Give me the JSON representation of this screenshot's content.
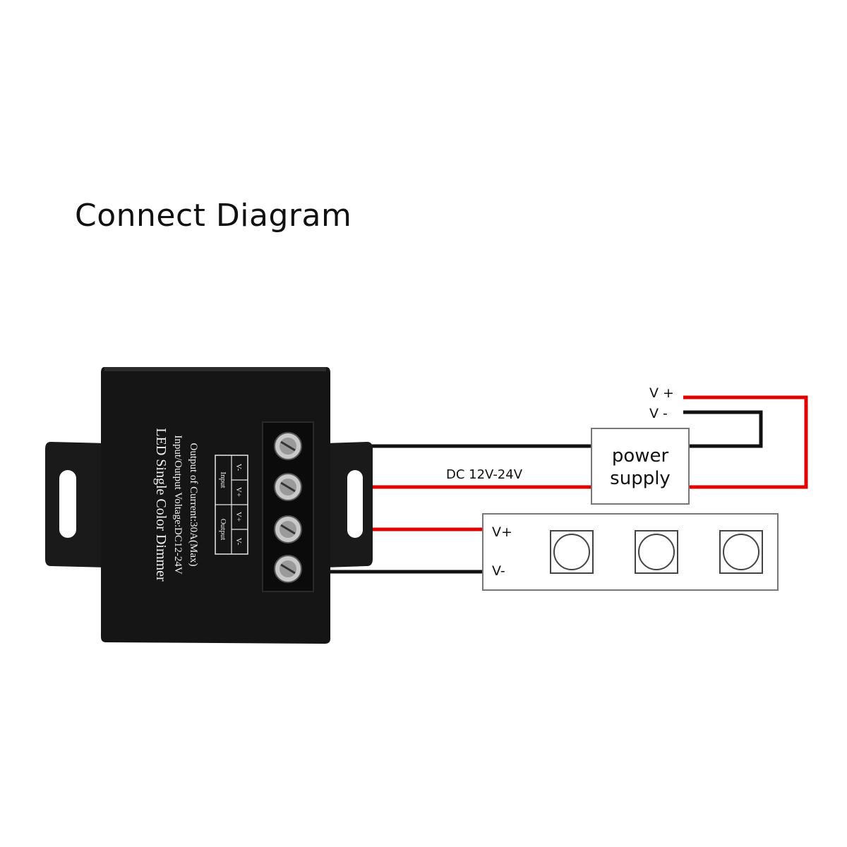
{
  "title": "Connect Diagram",
  "dimmer": {
    "name": "LED Single Color Dimmer",
    "voltage": "Input/Output Voltage:DC12-24V",
    "current": "Output of Current:30A(Max)",
    "table": {
      "output_header": "Output",
      "input_header": "Input",
      "cells": [
        "V-",
        "V+",
        "V+",
        "V-"
      ]
    }
  },
  "power_supply": {
    "line1": "power",
    "line2": "supply",
    "vplus": "V +",
    "vminus": "V -"
  },
  "wire_label": "DC 12V-24V",
  "strip": {
    "vplus": "V+",
    "vminus": "V-"
  },
  "colors": {
    "red_wire": "#e00000",
    "black_wire": "#111111",
    "dimmer_body": "#151515"
  }
}
